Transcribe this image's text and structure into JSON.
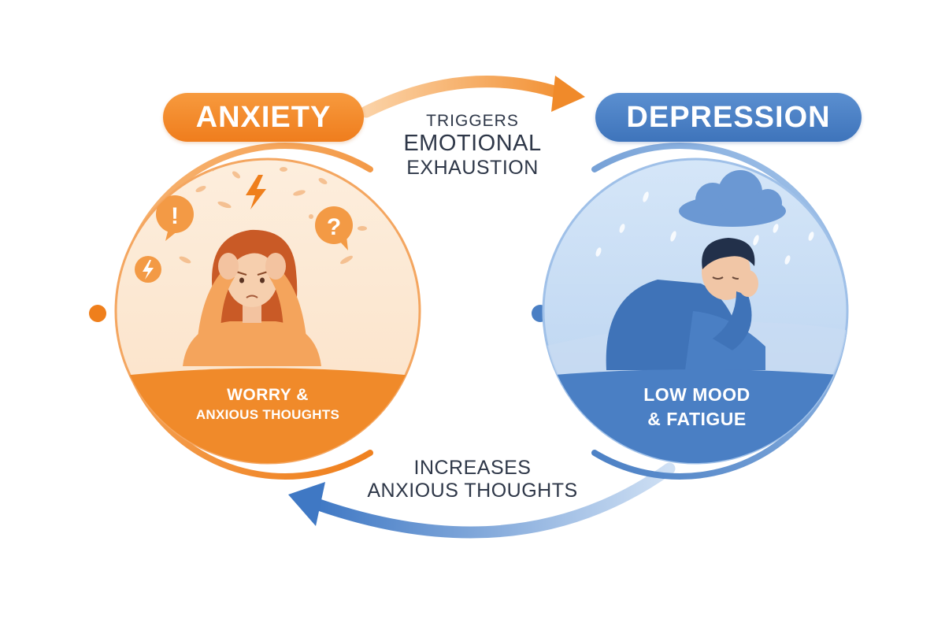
{
  "anxiety": {
    "title": "ANXIETY",
    "caption_line1": "WORRY &",
    "caption_line2": "ANXIOUS THOUGHTS",
    "bubble_exclaim": "!",
    "bubble_question": "?"
  },
  "depression": {
    "title": "DEPRESSION",
    "caption_line1": "LOW MOOD",
    "caption_line2": "& FATIGUE"
  },
  "top_arrow": {
    "line1": "TRIGGERS",
    "line2": "EMOTIONAL",
    "line3": "EXHAUSTION"
  },
  "bottom_arrow": {
    "line1": "INCREASES",
    "line2": "ANXIOUS THOUGHTS"
  },
  "colors": {
    "anxiety_orange": "#f0821f",
    "depression_blue": "#4a7fc4",
    "text_dark": "#2e3748"
  }
}
